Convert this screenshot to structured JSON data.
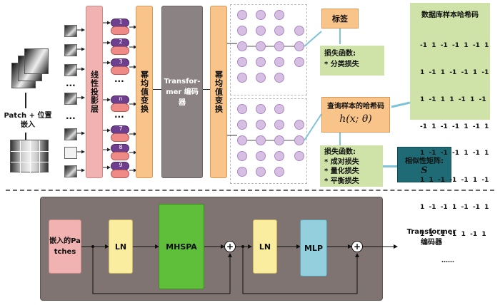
{
  "top": {
    "patch_input_label": "Patch + 位置嵌入",
    "linear_projection_label": "线性投影层",
    "power_transform_label_1": "幂均值变换",
    "transformer_encoder_label": "Transfor-mer 编码器",
    "power_transform_label_2": "幂均值变换",
    "patch_numbers": [
      "1",
      "2",
      "3",
      "n",
      "7",
      "8",
      "9"
    ],
    "ellipsis": "...",
    "label_box": "标签",
    "loss_top_title": "损失函数:",
    "loss_top_items": [
      "* 分类损失"
    ],
    "query_box_title": "查询样本的哈希码",
    "query_formula": "h(x; θ)",
    "loss_bottom_title": "损失函数:",
    "loss_bottom_items": [
      "* 成对损失",
      "* 量化损失",
      "* 平衡损失"
    ],
    "similarity_title": "相似性矩阵:",
    "similarity_symbol": "S",
    "database_title": "数据库样本哈希码",
    "database_rows": [
      "-1  1  -1  -1  1  -1  1",
      "1  -1  1  -1  -1  1  -1",
      "1  -1  1  1  -1  1  -1",
      "-1  1  -1  -1  1  -1  1",
      "1  -1  -1  -1  1  -1  1",
      "1  1  -1  -1  -1  1  -1",
      "1  -1  -1  1  -1  -1  1",
      "1  1  -1  -1  1  -1  1",
      "……"
    ]
  },
  "bottom": {
    "embedded_patches": "嵌入的Patches",
    "ln1": "LN",
    "mhspa": "MHSPA",
    "plus": "+",
    "ln2": "LN",
    "mlp": "MLP",
    "output_label": "Transformer编码器"
  },
  "colors": {
    "pink": "#f0b3b1",
    "orange": "#f9c48a",
    "gray": "#8a8283",
    "green": "#cfe3a8",
    "dark_teal": "#1f6b75",
    "panel": "#7f7471",
    "yellow": "#fbeda0",
    "bright_green": "#5fbf3a",
    "light_blue": "#93cfdc",
    "arrow_blue": "#7fc3d8"
  }
}
